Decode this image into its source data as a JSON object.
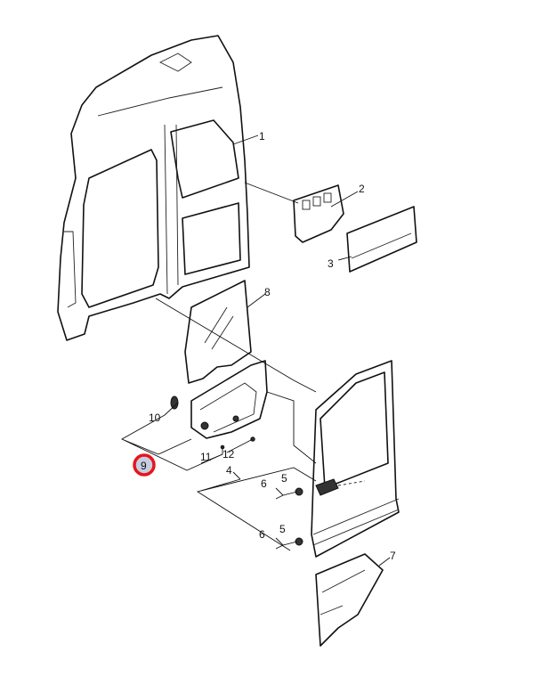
{
  "diagram": {
    "labels": {
      "p1": "1",
      "p2": "2",
      "p3": "3",
      "p4": "4",
      "p5a": "5",
      "p6a": "6",
      "p5b": "5",
      "p6b": "6",
      "p7": "7",
      "p8": "8",
      "p9": "9",
      "p10": "10",
      "p11": "11",
      "p12": "12"
    },
    "highlight": {
      "part": "9",
      "ring_color": "#e8141c",
      "fill_color": "#c5cfe0"
    }
  }
}
